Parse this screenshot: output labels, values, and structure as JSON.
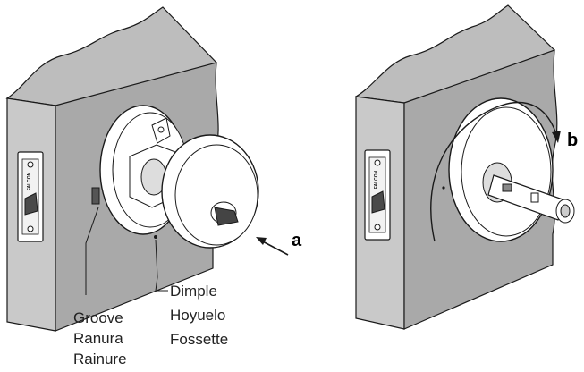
{
  "labels": {
    "groove": [
      "Groove",
      "Ranura",
      "Rainure"
    ],
    "dimple": [
      "Dimple",
      "Hoyuelo",
      "Fossette"
    ],
    "a": "a",
    "b": "b"
  },
  "plate_text": "FALCON",
  "colors": {
    "wall_front": "#c9c9c9",
    "wall_side": "#a9a9a9",
    "wall_top": "#bdbdbd",
    "metal": "#ffffff",
    "line": "#1a1a1a"
  }
}
